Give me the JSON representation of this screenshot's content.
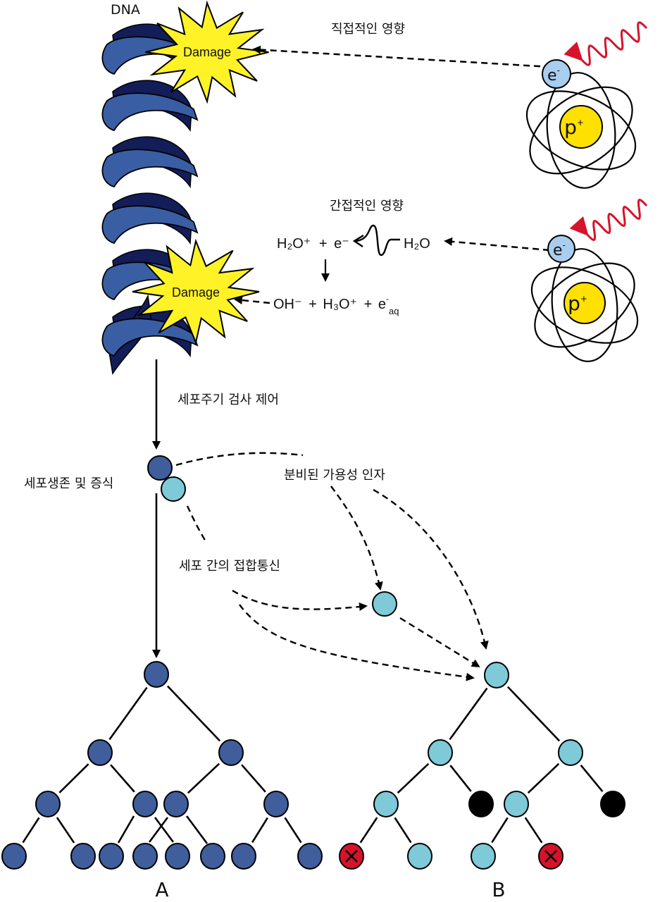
{
  "labels": {
    "dna": "DNA",
    "damage": "Damage",
    "direct_effect": "직접적인 영향",
    "indirect_effect": "간접적인 영향",
    "checkpoint": "세포주기 검사 제어",
    "survival": "세포생존 및 증식",
    "secreted": "분비된 가용성 인자",
    "gap_junction": "세포 간의 접합통신",
    "tree_a": "A",
    "tree_b": "B"
  },
  "particles": {
    "electron": "e",
    "electron_charge": "-",
    "proton": "p",
    "proton_charge": "+"
  },
  "equations": {
    "products": {
      "h2o_plus": "H₂O⁺",
      "plus1": "+",
      "electron": "e⁻",
      "water": "H₂O"
    },
    "radiolysis": {
      "hydroxide": "OH⁻",
      "plus1": "+",
      "hydronium": "H₃O⁺",
      "plus2": "+",
      "e": "e",
      "e_minus": "-",
      "aq": "aq"
    }
  },
  "colors": {
    "dark_blue_cell": "#3f5e9b",
    "light_blue_cell": "#7ecad9",
    "dead_cell": "#d6132a",
    "black_cell": "#000000",
    "damage_star": "#fff227",
    "proton": "#ffe100",
    "electron": "#a9cdee",
    "radiation": "#d6132a",
    "dna_front": "#3a5ea4",
    "dna_back": "#131d58"
  }
}
